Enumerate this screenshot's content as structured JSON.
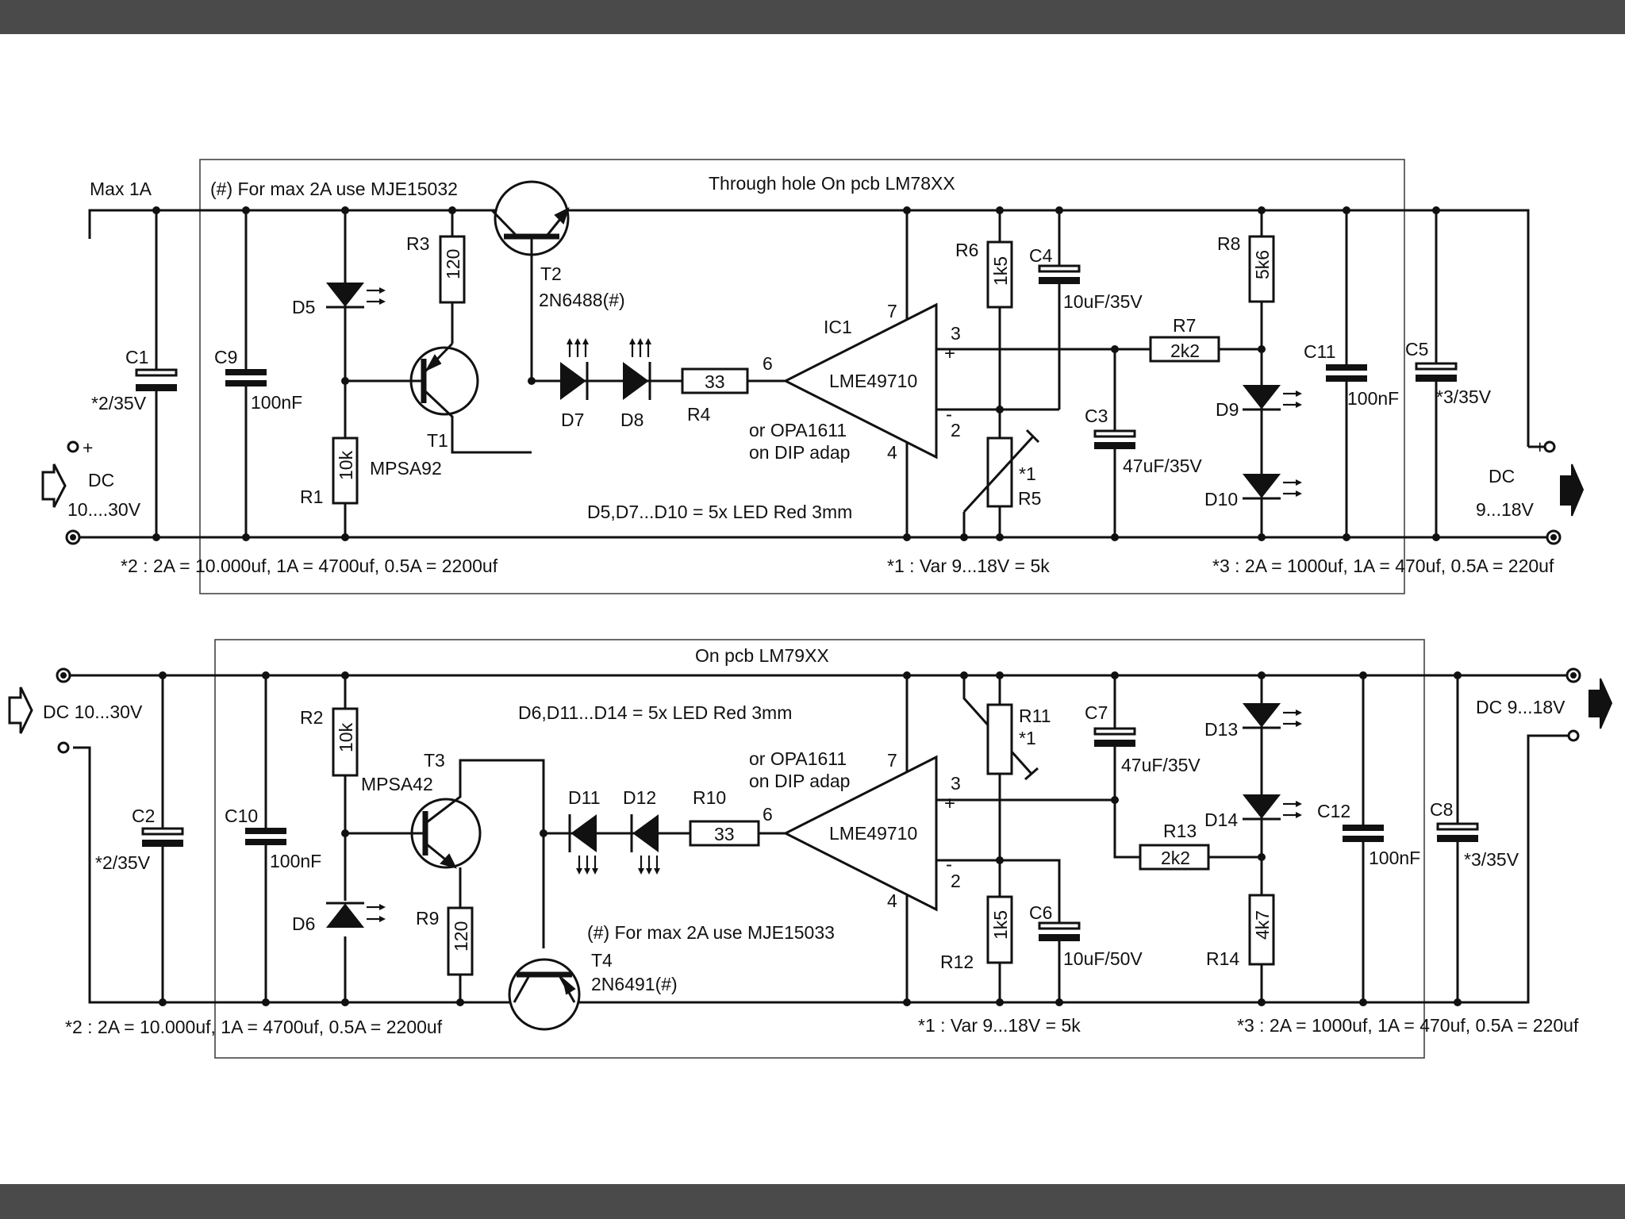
{
  "viewer": {
    "bar_color": "#4a4a4a",
    "background": "#ffffff"
  },
  "top": {
    "max_current": "Max 1A",
    "note_hash": "(#) For max 2A use MJE15032",
    "board_title": "Through hole On pcb LM78XX",
    "c1": {
      "name": "C1",
      "value": "*2/35V"
    },
    "c9": {
      "name": "C9",
      "value": "100nF"
    },
    "d5": "D5",
    "r3": {
      "name": "R3",
      "value": "120"
    },
    "r1": {
      "name": "R1",
      "value": "10k"
    },
    "t1": {
      "name": "T1",
      "part": "MPSA92"
    },
    "t2": {
      "name": "T2",
      "part": "2N6488(#)"
    },
    "d7": "D7",
    "d8": "D8",
    "r4": {
      "name": "R4",
      "value": "33"
    },
    "ic1": {
      "name": "IC1",
      "part": "LME49710",
      "alt1": "or OPA1611",
      "alt2": "on DIP adap",
      "pin7": "7",
      "pin3": "3",
      "pin2": "2",
      "pin6": "6",
      "pin4": "4",
      "plus": "+",
      "minus": "-"
    },
    "r6": {
      "name": "R6",
      "value": "1k5"
    },
    "c4": {
      "name": "C4",
      "value": "10uF/35V"
    },
    "r7": {
      "name": "R7",
      "value": "2k2"
    },
    "c3": {
      "name": "C3",
      "value": "47uF/35V"
    },
    "r5": {
      "name": "R5",
      "mark": "*1"
    },
    "r8": {
      "name": "R8",
      "value": "5k6"
    },
    "d9": "D9",
    "d10": "D10",
    "c11": {
      "name": "C11",
      "value": "100nF"
    },
    "c5": {
      "name": "C5",
      "value": "*3/35V"
    },
    "in": {
      "label": "DC",
      "range": "10....30V",
      "plus": "+",
      "minus": ""
    },
    "out": {
      "label": "DC",
      "range": "9...18V",
      "plus": "+"
    },
    "led_note": "D5,D7...D10 = 5x LED Red 3mm",
    "note2": "*2 : 2A = 10.000uf, 1A = 4700uf, 0.5A = 2200uf",
    "note1": "*1 : Var 9...18V = 5k",
    "note3": "*3 : 2A = 1000uf, 1A = 470uf, 0.5A = 220uf"
  },
  "bottom": {
    "board_title": "On pcb LM79XX",
    "in": {
      "label": "DC 10...30V",
      "minus": "-"
    },
    "out": {
      "label": "DC  9...18V",
      "minus": "-"
    },
    "c2": {
      "name": "C2",
      "value": "*2/35V"
    },
    "c10": {
      "name": "C10",
      "value": "100nF"
    },
    "r2": {
      "name": "R2",
      "value": "10k"
    },
    "d6": "D6",
    "t3": {
      "name": "T3",
      "part": "MPSA42"
    },
    "r9": {
      "name": "R9",
      "value": "120"
    },
    "t4": {
      "name": "T4",
      "part": "2N6491(#)"
    },
    "note_hash": "(#) For max 2A use MJE15033",
    "led_note": "D6,D11...D14 = 5x LED Red 3mm",
    "d11": "D11",
    "d12": "D12",
    "r10": {
      "name": "R10",
      "value": "33"
    },
    "ic": {
      "part": "LME49710",
      "alt1": "or OPA1611",
      "alt2": "on DIP adap",
      "pin7": "7",
      "pin3": "3",
      "pin2": "2",
      "pin6": "6",
      "pin4": "4",
      "plus": "+",
      "minus": "-"
    },
    "r11": {
      "name": "R11",
      "mark": "*1"
    },
    "r12": {
      "name": "R12",
      "value": "1k5"
    },
    "c7": {
      "name": "C7",
      "value": "47uF/35V"
    },
    "c6": {
      "name": "C6",
      "value": "10uF/50V"
    },
    "r13": {
      "name": "R13",
      "value": "2k2"
    },
    "d13": "D13",
    "d14": "D14",
    "r14": {
      "name": "R14",
      "value": "4k7"
    },
    "c12": {
      "name": "C12",
      "value": "100nF"
    },
    "c8": {
      "name": "C8",
      "value": "*3/35V"
    },
    "note2": "*2 : 2A = 10.000uf, 1A = 4700uf, 0.5A = 2200uf",
    "note1": "*1 : Var 9...18V = 5k",
    "note3": "*3 : 2A = 1000uf, 1A = 470uf, 0.5A = 220uf"
  }
}
